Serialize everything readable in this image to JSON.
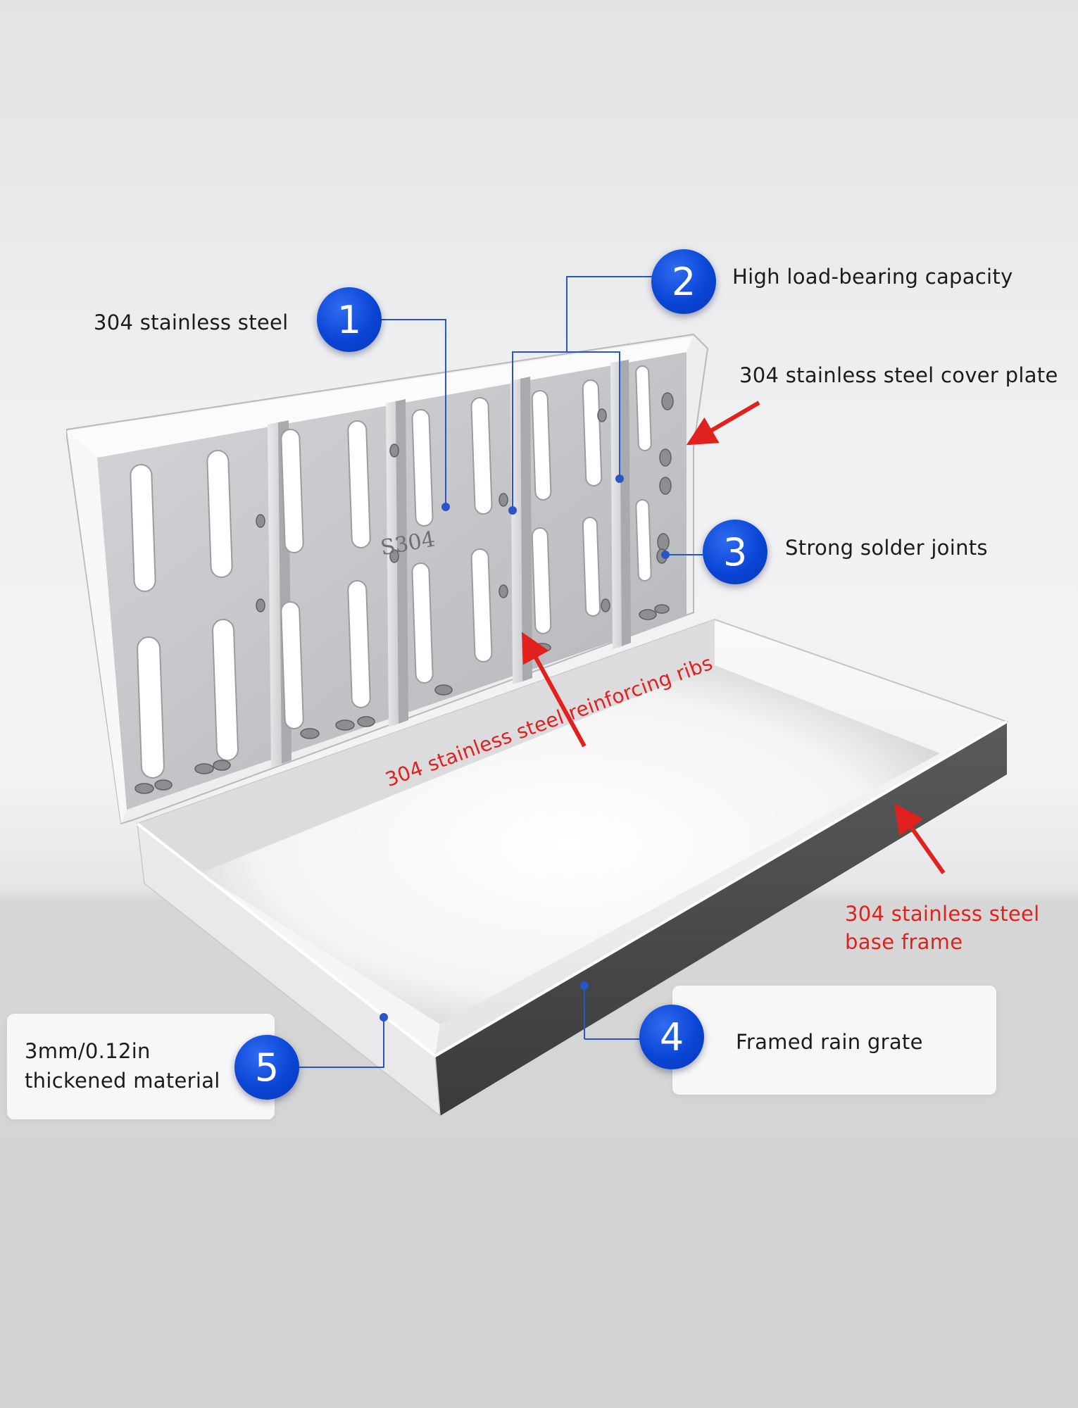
{
  "stamp_text": "S304",
  "colors": {
    "badge_blue": "#0a45d6",
    "callout_red": "#e0211d",
    "leader_blue": "#2a55c9"
  },
  "callouts": [
    {
      "number": "1",
      "text": "304 stainless steel"
    },
    {
      "number": "2",
      "text": "High load-bearing capacity"
    },
    {
      "number": "3",
      "text": "Strong solder joints"
    },
    {
      "number": "4",
      "text": "Framed rain grate"
    },
    {
      "number": "5",
      "text_line1": "3mm/0.12in",
      "text_line2": "thickened material"
    }
  ],
  "red_labels": {
    "cover_plate": "304 stainless steel cover plate",
    "ribs": "304 stainless steel reinforcing ribs",
    "base_frame_line1": "304 stainless steel",
    "base_frame_line2": "base frame"
  }
}
